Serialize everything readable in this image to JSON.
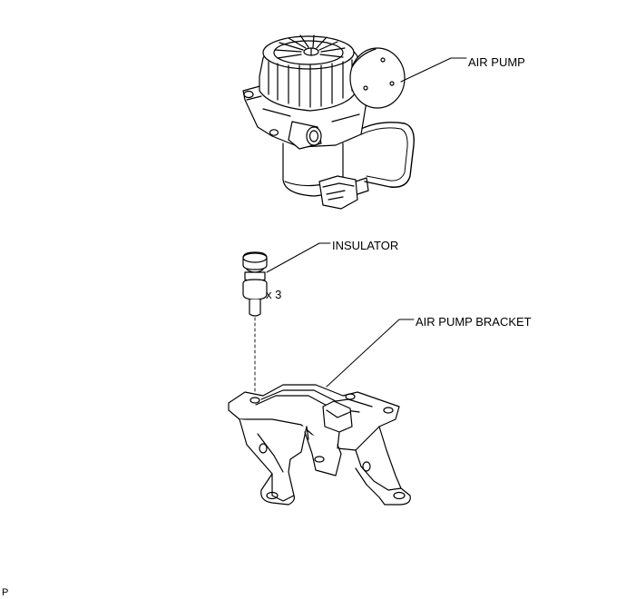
{
  "labels": {
    "air_pump": "AIR PUMP",
    "insulator": "INSULATOR",
    "air_pump_bracket": "AIR PUMP BRACKET",
    "quantity": "x 3",
    "corner_code": "P"
  },
  "colors": {
    "ink": "#000000",
    "background": "#ffffff"
  }
}
